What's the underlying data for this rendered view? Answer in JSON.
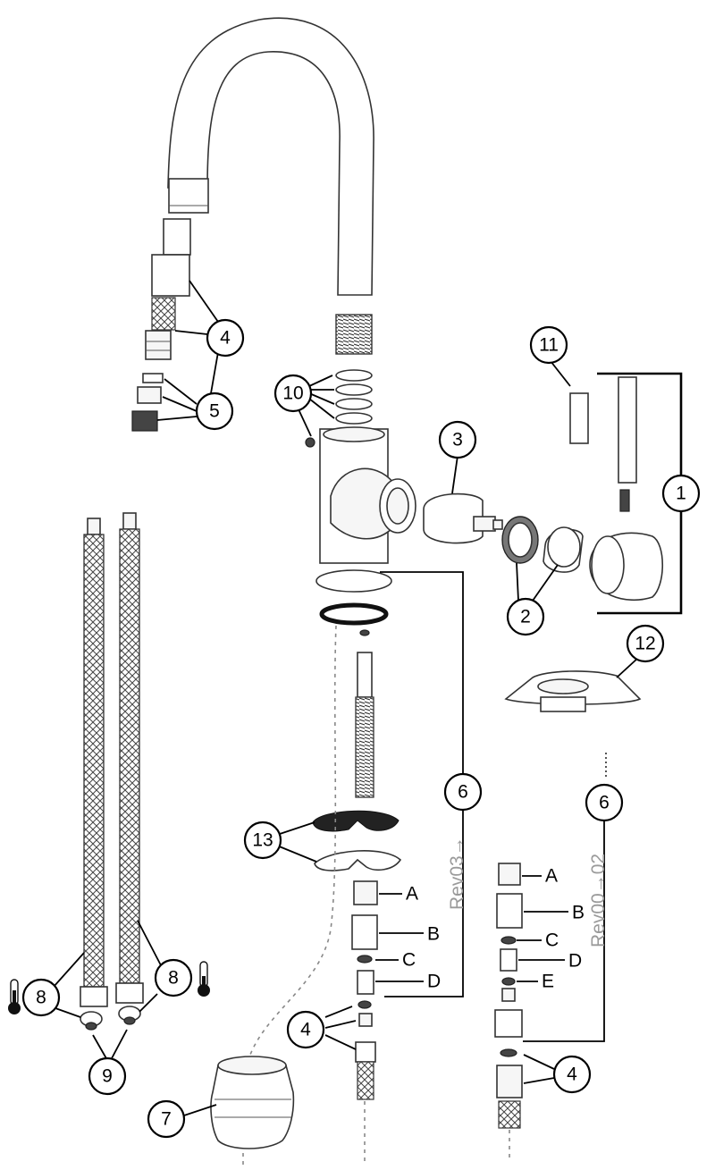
{
  "callouts": {
    "c1": "1",
    "c2": "2",
    "c3": "3",
    "c4a": "4",
    "c4b": "4",
    "c4c": "4",
    "c5": "5",
    "c6a": "6",
    "c6b": "6",
    "c7": "7",
    "c8a": "8",
    "c8b": "8",
    "c9": "9",
    "c10": "10",
    "c11": "11",
    "c12": "12",
    "c13": "13"
  },
  "letters_mid": {
    "a": "A",
    "b": "B",
    "c": "C",
    "d": "D"
  },
  "letters_right": {
    "a": "A",
    "b": "B",
    "c": "C",
    "d": "D",
    "e": "E"
  },
  "revisions": {
    "mid": "Rev03→",
    "right": "Rev00→02"
  },
  "icons": {
    "hot_cold": "thermometer-icon"
  },
  "colors": {
    "line": "#000000",
    "part_fill": "#f6f6f6",
    "rev_text": "#9a9a9a"
  }
}
